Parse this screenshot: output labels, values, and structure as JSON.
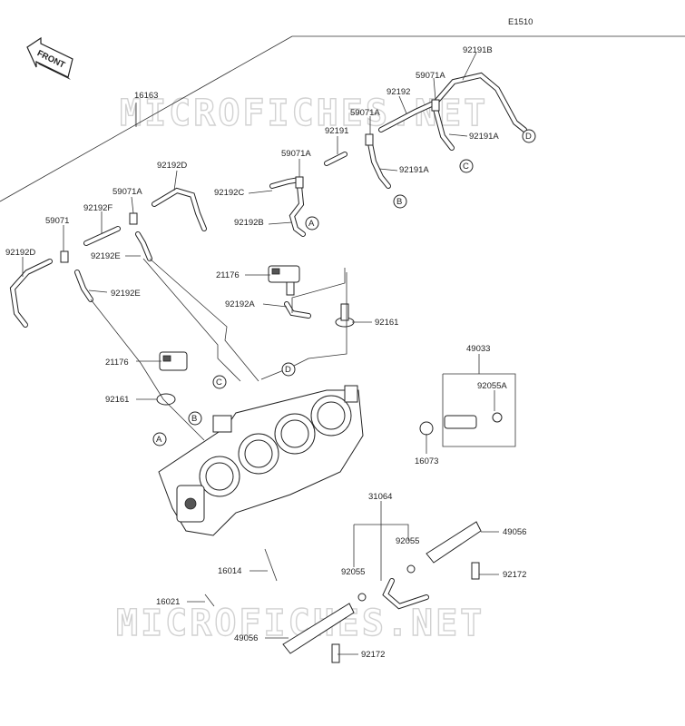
{
  "diagram_code": "E1510",
  "front_label": "FRONT",
  "watermark": "MICROFICHES.NET",
  "connectors": [
    "A",
    "B",
    "C",
    "D"
  ],
  "labels": {
    "l16163": "16163",
    "l92191B": "92191B",
    "l59071A_1": "59071A",
    "l92192_top": "92192",
    "l59071A_2": "59071A",
    "l92191": "92191",
    "l92191A_1": "92191A",
    "l59071A_3": "59071A",
    "l92191A_2": "92191A",
    "l92192C": "92192C",
    "l92192B": "92192B",
    "l92192D_top": "92192D",
    "l59071A_4": "59071A",
    "l92192F": "92192F",
    "l59071": "59071",
    "l92192D_left": "92192D",
    "l92192E_1": "92192E",
    "l92192E_2": "92192E",
    "l21176_top": "21176",
    "l92192A": "92192A",
    "l92161_right": "92161",
    "l21176_left": "21176",
    "l92161_left": "92161",
    "l49033": "49033",
    "l92055A": "92055A",
    "l16073": "16073",
    "l31064": "31064",
    "l92055_r": "92055",
    "l92055_l": "92055",
    "l49056_r": "49056",
    "l92172_r": "92172",
    "l16014": "16014",
    "l16021": "16021",
    "l49056_l": "49056",
    "l92172_l": "92172"
  }
}
